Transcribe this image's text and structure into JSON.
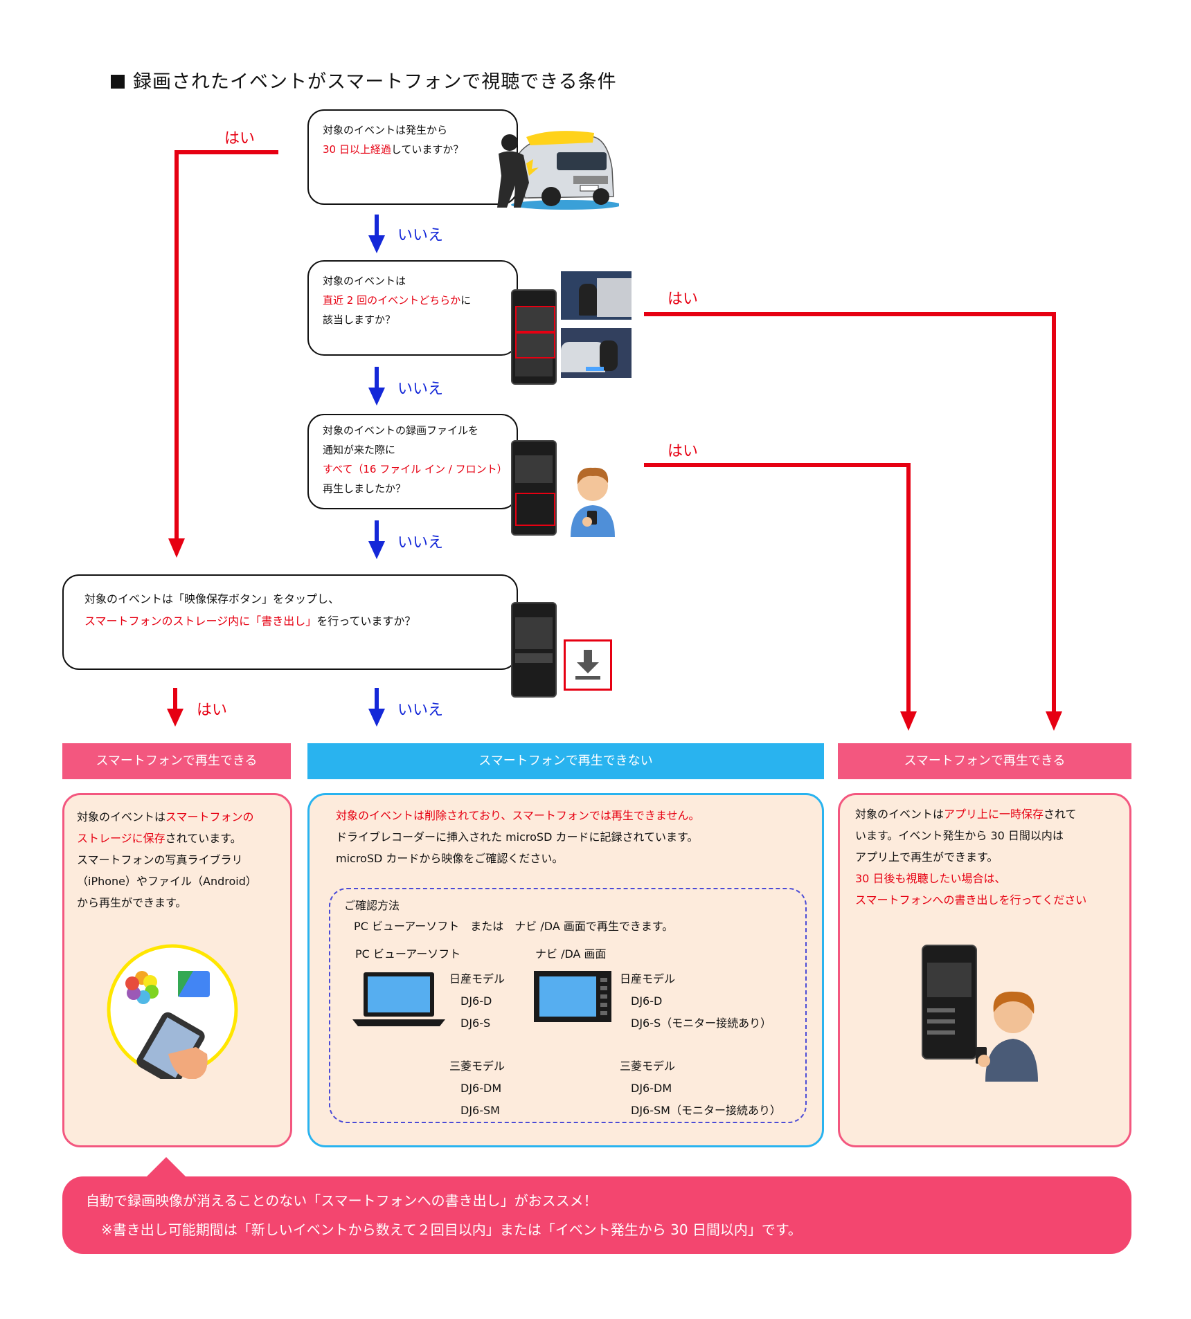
{
  "title": "録画されたイベントがスマートフォンで視聴できる条件",
  "colors": {
    "yes_red": "#e60012",
    "no_blue": "#1428d8",
    "pink": "#f3577f",
    "cyan": "#29b3ef",
    "panel_bg": "#fdebdc"
  },
  "questions": {
    "q1": {
      "line1": "対象のイベントは発生から",
      "line2_red": "30 日以上経過",
      "line2_rest": "していますか？"
    },
    "q2": {
      "line1": "対象のイベントは",
      "line2_red": "直近 2 回のイベントどちらか",
      "line2_rest": "に",
      "line3": "該当しますか？"
    },
    "q3": {
      "line1": "対象のイベントの録画ファイルを",
      "line2": "通知が来た際に",
      "line3_red": "すべて（16 ファイル イン / フロント）",
      "line4": "再生しましたか？"
    },
    "q4": {
      "line1": "対象のイベントは「映像保存ボタン」をタップし、",
      "line2_red": "スマートフォンのストレージ内に「書き出し」",
      "line2_rest": "を行っていますか？"
    }
  },
  "labels": {
    "yes": "はい",
    "no": "いいえ"
  },
  "results": {
    "left": {
      "header": "スマートフォンで再生できる",
      "p1_a": "対象のイベントは",
      "p1_red": "スマートフォンの",
      "p2_red": "ストレージに保存",
      "p2_b": "されています。",
      "p3": "スマートフォンの写真ライブラリ",
      "p4": "（iPhone）やファイル（Android）",
      "p5": "から再生ができます。"
    },
    "middle": {
      "header": "スマートフォンで再生できない",
      "p1_red": "対象のイベントは削除されており、スマートフォンでは再生できません。",
      "p2": "ドライブレコーダーに挿入された microSD カードに記録されています。",
      "p3": "microSD カードから映像をご確認ください。",
      "confirm_title": "ご確認方法",
      "confirm_sub": "PC ビューアーソフト　または　ナビ /DA 画面で再生できます。",
      "pc_title": "PC ビューアーソフト",
      "navi_title": "ナビ /DA 画面",
      "pc_nissan": "日産モデル",
      "pc_n1": "DJ6-D",
      "pc_n2": "DJ6-S",
      "pc_mitsu": "三菱モデル",
      "pc_m1": "DJ6-DM",
      "pc_m2": "DJ6-SM",
      "navi_nissan": "日産モデル",
      "navi_n1": "DJ6-D",
      "navi_n2": "DJ6-S（モニター接続あり）",
      "navi_mitsu": "三菱モデル",
      "navi_m1": "DJ6-DM",
      "navi_m2": "DJ6-SM（モニター接続あり）"
    },
    "right": {
      "header": "スマートフォンで再生できる",
      "p1_a": "対象のイベントは",
      "p1_red": "アプリ上に一時保存",
      "p1_b": "されて",
      "p2": "います。イベント発生から 30 日間以内は",
      "p3": "アプリ上で再生ができます。",
      "p4_red": "30 日後も視聴したい場合は、",
      "p5_red": "スマートフォンへの書き出しを行ってください"
    }
  },
  "bottom": {
    "line1": "自動で録画映像が消えることのない「スマートフォンへの書き出し」がおススメ！",
    "line2": "※書き出し可能期間は「新しいイベントから数えて２回目以内」または「イベント発生から 30 日間以内」です。"
  }
}
